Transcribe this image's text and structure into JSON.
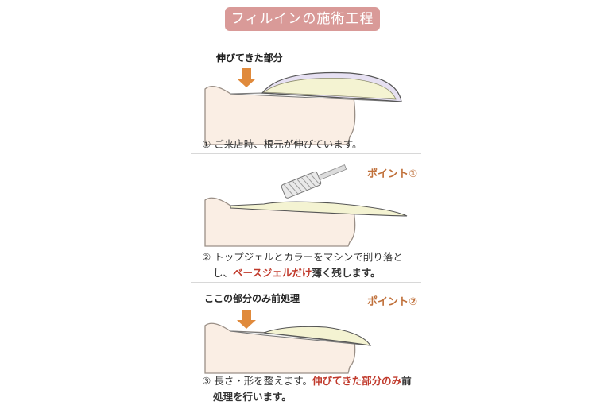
{
  "title": "フィルインの施術工程",
  "steps": [
    {
      "label": "伸びてきた部分",
      "num": "①",
      "text": "ご来店時、根元が伸びています。"
    },
    {
      "point": "ポイント①",
      "num": "②",
      "line1": "トップジェルとカラーをマシンで削り落と",
      "line2_pre": "し、",
      "line2_hl": "ベースジェルだけ",
      "line2_post": "薄く残します。"
    },
    {
      "label": "ここの部分のみ前処理",
      "point": "ポイント②",
      "num": "③",
      "line1_pre": "長さ・形を整えます。",
      "line1_hl": "伸びてきた部分のみ",
      "line1_post": "前",
      "line2": "処理を行います。"
    }
  ],
  "colors": {
    "title_bg": "#d99a98",
    "arrow": "#e08a3c",
    "highlight": "#c0392b",
    "point": "#c0703a",
    "skin": "#faeee4",
    "gel": "#f4f3d2",
    "gel_top": "#e6e0f2"
  }
}
